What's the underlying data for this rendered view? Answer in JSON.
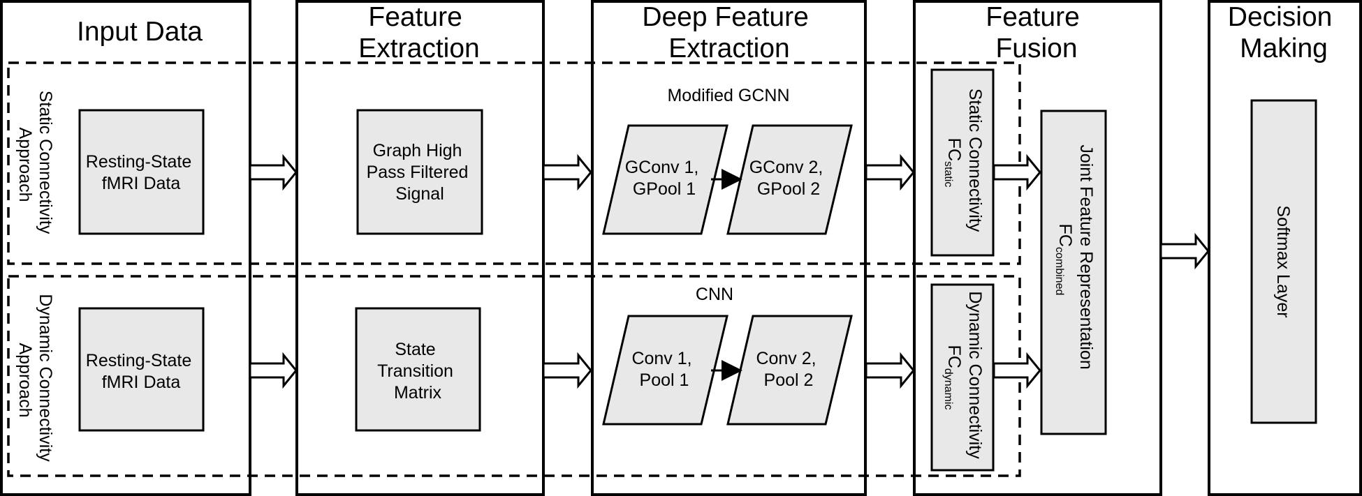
{
  "columns": {
    "input": {
      "title": [
        "Input Data"
      ]
    },
    "feature_extraction": {
      "title": [
        "Feature",
        "Extraction"
      ]
    },
    "deep_feature_extraction": {
      "title": [
        "Deep Feature",
        "Extraction"
      ]
    },
    "feature_fusion": {
      "title": [
        "Feature",
        "Fusion"
      ]
    },
    "decision_making": {
      "title": [
        "Decision",
        "Making"
      ]
    }
  },
  "approaches": {
    "static": {
      "label": [
        "Static Connectivity",
        "Approach"
      ]
    },
    "dynamic": {
      "label": [
        "Dynamic Connectivity",
        "Approach"
      ]
    }
  },
  "input_boxes": {
    "static": [
      "Resting-State",
      "fMRI Data"
    ],
    "dynamic": [
      "Resting-State",
      "fMRI Data"
    ]
  },
  "feature_boxes": {
    "static": [
      "Graph High",
      "Pass Filtered",
      "Signal"
    ],
    "dynamic": [
      "State",
      "Transition",
      "Matrix"
    ]
  },
  "deep": {
    "static": {
      "label": "Modified GCNN",
      "layer1": [
        "GConv 1,",
        "GPool 1"
      ],
      "layer2": [
        "GConv 2,",
        "GPool 2"
      ]
    },
    "dynamic": {
      "label": "CNN",
      "layer1": [
        "Conv 1,",
        "Pool 1"
      ],
      "layer2": [
        "Conv 2,",
        "Pool 2"
      ]
    }
  },
  "fusion": {
    "static": {
      "label": "Static Connectivity",
      "symbol": "FC",
      "subscript": "static"
    },
    "dynamic": {
      "label": "Dynamic Connectivity",
      "symbol": "FC",
      "subscript": "dynamic"
    },
    "joint": {
      "label": "Joint Feature Representation",
      "symbol": "FC",
      "subscript": "combined"
    }
  },
  "decision": {
    "label": "Softmax Layer"
  },
  "colors": {
    "box_fill": "#e8e8e8",
    "stroke": "#000000",
    "background": "#ffffff"
  }
}
